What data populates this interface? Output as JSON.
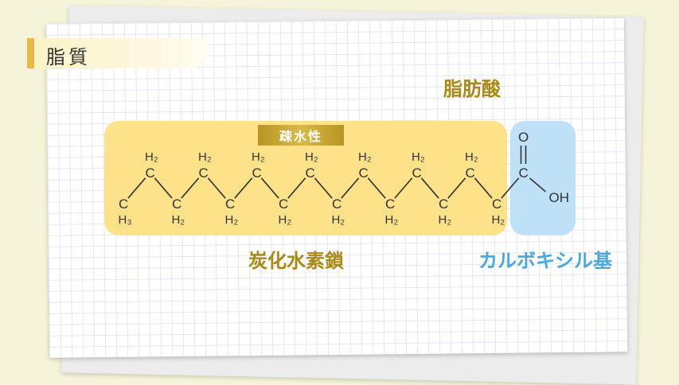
{
  "slide_title": "脂質",
  "heading": "脂肪酸",
  "property_label": "疎水性",
  "tail_label": "炭化水素鎖",
  "head_label": "カルボキシル基",
  "molecule": {
    "chain": [
      {
        "c": "C",
        "h": "H₃",
        "pos": "low"
      },
      {
        "c": "C",
        "h": "H₂",
        "pos": "high"
      },
      {
        "c": "C",
        "h": "H₂",
        "pos": "low"
      },
      {
        "c": "C",
        "h": "H₂",
        "pos": "high"
      },
      {
        "c": "C",
        "h": "H₂",
        "pos": "low"
      },
      {
        "c": "C",
        "h": "H₂",
        "pos": "high"
      },
      {
        "c": "C",
        "h": "H₂",
        "pos": "low"
      },
      {
        "c": "C",
        "h": "H₂",
        "pos": "high"
      },
      {
        "c": "C",
        "h": "H₂",
        "pos": "low"
      },
      {
        "c": "C",
        "h": "H₂",
        "pos": "high"
      },
      {
        "c": "C",
        "h": "H₂",
        "pos": "low"
      },
      {
        "c": "C",
        "h": "H₂",
        "pos": "high"
      },
      {
        "c": "C",
        "h": "H₂",
        "pos": "low"
      },
      {
        "c": "C",
        "h": "H₂",
        "pos": "high"
      },
      {
        "c": "C",
        "h": "H₂",
        "pos": "low"
      }
    ],
    "carboxyl": {
      "c": "C",
      "o": "O",
      "oh": "OH"
    }
  },
  "colors": {
    "tail_box": "#fde28a",
    "head_box": "#bfe1f7",
    "gold_text": "#a98a16",
    "blue_text": "#4aa8dc"
  }
}
